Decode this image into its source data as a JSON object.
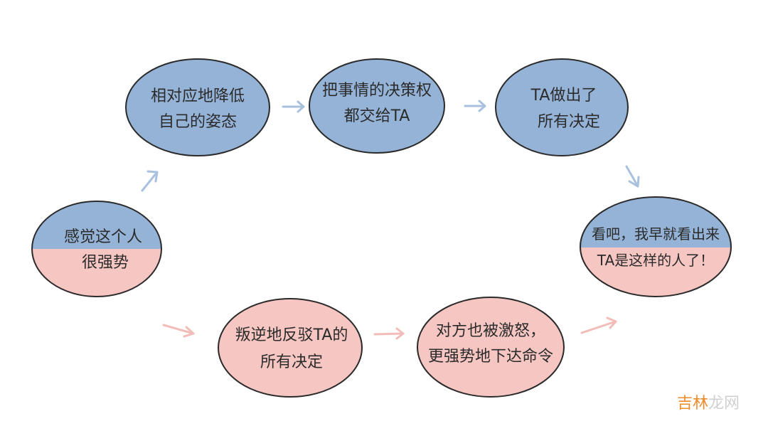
{
  "colors": {
    "blue": "#95b3d7",
    "pink": "#f6c6c2",
    "outline": "#2a2a2a",
    "arrow_blue": "#a9c1de",
    "arrow_pink": "#f2bcb8"
  },
  "nodes": {
    "start": {
      "line1": "感觉这个人",
      "line2": "很强势"
    },
    "lower": {
      "line1": "相对应地降低",
      "line2": "自己的姿态"
    },
    "give": {
      "line1": "把事情的决策权",
      "line2": "都交给TA"
    },
    "decided": {
      "line1": "TA做出了",
      "line2": "所有决定"
    },
    "confirm": {
      "line1": "看吧，我早就看出来",
      "line2": "TA是这样的人了！"
    },
    "rebel": {
      "line1": "叛逆地反驳TA的",
      "line2": "所有决定"
    },
    "angry": {
      "line1": "对方也被激怒，",
      "line2": "更强势地下达命令"
    }
  },
  "watermark": {
    "part1": "吉林",
    "part2": "龙网"
  }
}
